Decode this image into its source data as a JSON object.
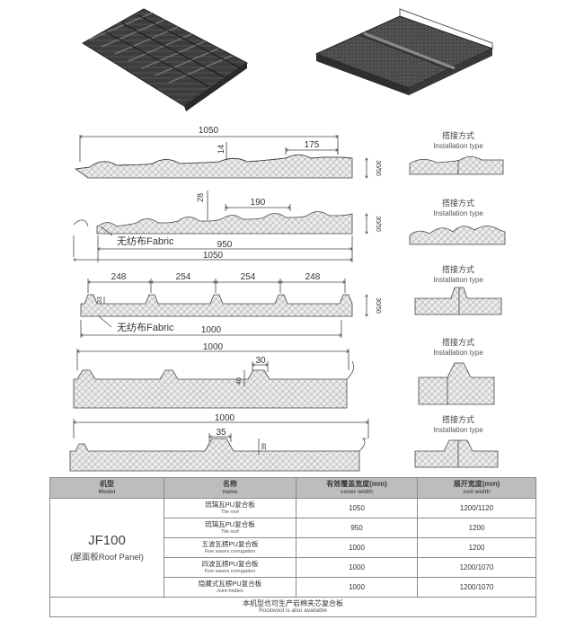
{
  "section_labels": {
    "install_cn": "搭接方式",
    "install_en": "Installation type"
  },
  "drawings": {
    "d1": {
      "overall": "1050",
      "rib": "14",
      "pitch": "175",
      "thick": "30/50"
    },
    "d2": {
      "rib": "28",
      "pitch": "190",
      "fabric": "无纺布Fabric",
      "cover": "950",
      "overall": "1050",
      "thick": "30/50"
    },
    "d3": {
      "pitch_a": "248",
      "pitch_b": "254",
      "pitch_c": "254",
      "pitch_d": "248",
      "rib": "33",
      "fabric": "无纺布Fabric",
      "cover": "1000",
      "thick": "30/50"
    },
    "d4": {
      "overall": "1000",
      "top": "30",
      "rib": "40"
    },
    "d5": {
      "overall": "1000",
      "top": "35",
      "rib": "39"
    }
  },
  "table": {
    "headers": [
      {
        "cn": "机型",
        "en": "Model"
      },
      {
        "cn": "名称",
        "en": "name"
      },
      {
        "cn": "有效覆盖宽度(mm)",
        "en": "cover width"
      },
      {
        "cn": "展开宽度(mm)",
        "en": "coil width"
      }
    ],
    "model_name": "JF100",
    "model_sub": "(屋面板Roof Panel)",
    "rows": [
      {
        "name_cn": "琉璃瓦PU复合板",
        "name_en": "Tile roof",
        "cover": "1050",
        "coil": "1200/1120"
      },
      {
        "name_cn": "琉璃瓦PU复合板",
        "name_en": "Tile roof",
        "cover": "950",
        "coil": "1200"
      },
      {
        "name_cn": "五波瓦楞PU复合板",
        "name_en": "Five waves corrugation",
        "cover": "1000",
        "coil": "1200"
      },
      {
        "name_cn": "四波瓦楞PU复合板",
        "name_en": "Five waves corrugation",
        "cover": "1000",
        "coil": "1200/1070"
      },
      {
        "name_cn": "隐藏式瓦楞PU复合板",
        "name_en": "Joint-hidden",
        "cover": "1000",
        "coil": "1200/1070"
      }
    ],
    "note_cn": "本机型也可生产岩棉夹芯复合板",
    "note_en": "Rockwool is also available"
  },
  "colors": {
    "line": "#4a4a4a",
    "foam": "#d9d9d9",
    "header": "#bdbdbd",
    "panel": "#3d3d3d"
  }
}
